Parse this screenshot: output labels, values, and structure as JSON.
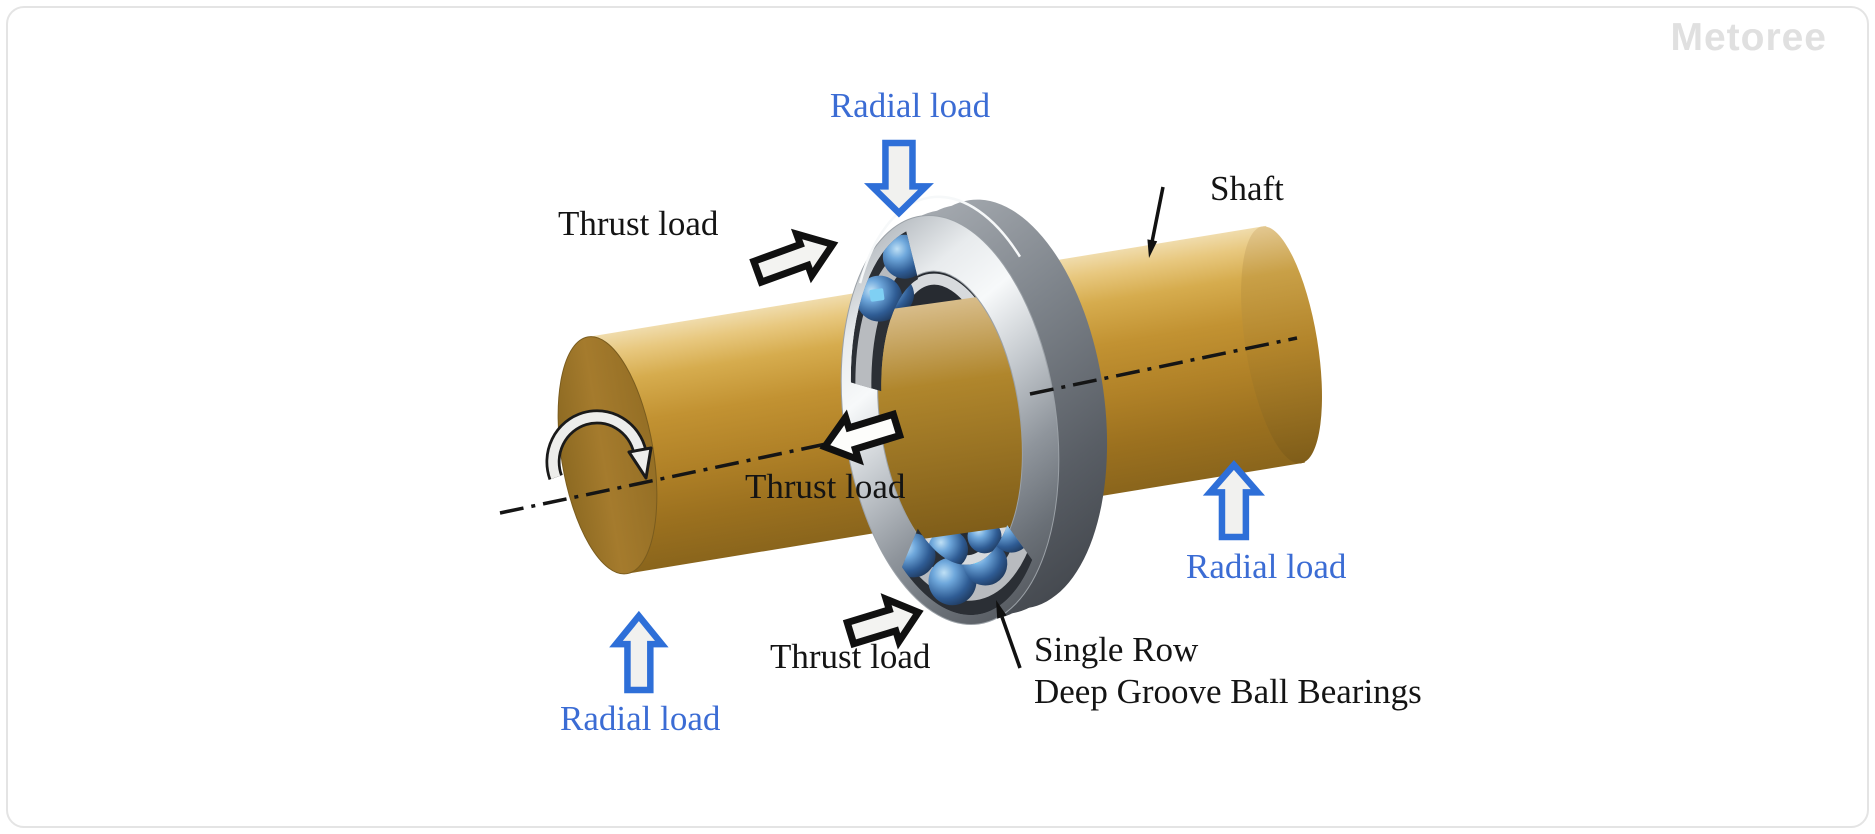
{
  "brand": "Metoree",
  "labels": {
    "radial_load_top": "Radial load",
    "thrust_load_top": "Thrust load",
    "shaft": "Shaft",
    "thrust_load_middle": "Thrust load",
    "thrust_load_bottom": "Thrust load",
    "radial_load_bottom_left": "Radial load",
    "radial_load_right": "Radial load",
    "bearing_name_line1": "Single Row",
    "bearing_name_line2": "Deep Groove Ball Bearings"
  },
  "colors": {
    "label_blue": "#3B6CD4",
    "label_black": "#141414",
    "arrow_blue_stroke": "#2E6FD8",
    "arrow_black_stroke": "#101010",
    "arrow_fill": "#F1F1EF",
    "shaft_gold": "#C29232",
    "bearing_silver": "#C3C8CD",
    "ball_blue": "#4D7EB9",
    "watermark_gray": "#E0E0E0"
  }
}
